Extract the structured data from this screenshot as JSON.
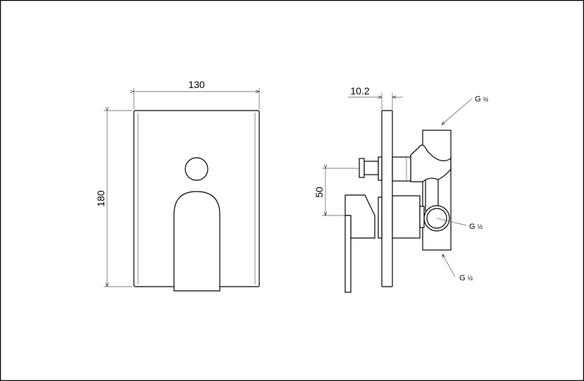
{
  "front_view": {
    "width_label": "130",
    "height_label": "180"
  },
  "side_view": {
    "plate_thickness_label": "10.2",
    "spacing_label": "50",
    "connections": [
      {
        "label": "G",
        "fraction": "½"
      },
      {
        "label": "G",
        "fraction": "½"
      },
      {
        "label": "G",
        "fraction": "½"
      }
    ]
  }
}
